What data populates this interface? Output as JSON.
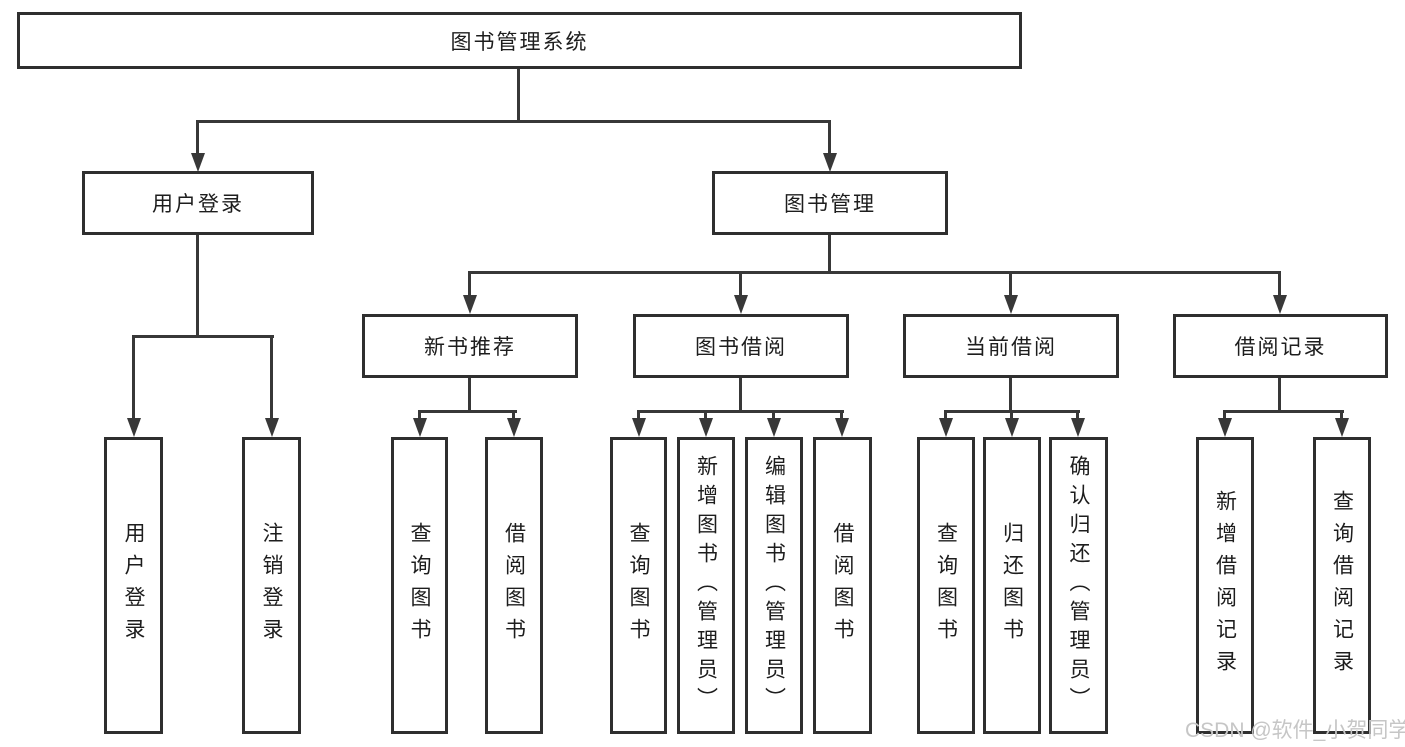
{
  "diagram": {
    "root": "图书管理系统",
    "level2": {
      "user_login": "用户登录",
      "book_mgmt": "图书管理"
    },
    "level3": {
      "new_book": "新书推荐",
      "book_borrow": "图书借阅",
      "current_borrow": "当前借阅",
      "borrow_record": "借阅记录"
    },
    "leaves": {
      "user_login": "用户登录",
      "logout": "注销登录",
      "newbook_query": "查询图书",
      "newbook_borrow": "借阅图书",
      "borrow_query": "查询图书",
      "borrow_add": "新增图书（管理员）",
      "borrow_edit": "编辑图书（管理员）",
      "borrow_borrow": "借阅图书",
      "current_query": "查询图书",
      "current_return": "归还图书",
      "current_confirm": "确认归还（管理员）",
      "record_add": "新增借阅记录",
      "record_query": "查询借阅记录"
    }
  },
  "watermark": "CSDN @软件_小贺同学",
  "colors": {
    "line": "#383838",
    "border": "#2f2f2f",
    "text": "#1d1d1d",
    "watermark": "#c6c6c6",
    "background": "#ffffff"
  }
}
